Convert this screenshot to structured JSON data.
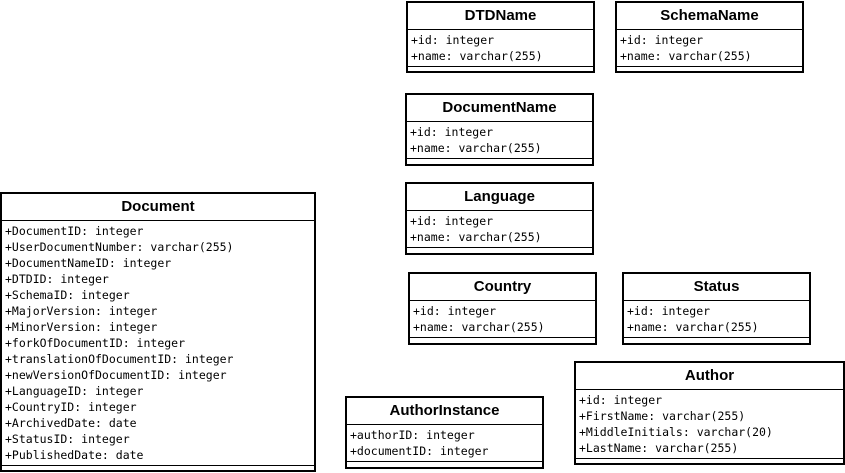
{
  "classes": [
    {
      "name": "DTDName",
      "attributes": [
        "+id: integer",
        "+name: varchar(255)"
      ]
    },
    {
      "name": "SchemaName",
      "attributes": [
        "+id: integer",
        "+name: varchar(255)"
      ]
    },
    {
      "name": "DocumentName",
      "attributes": [
        "+id: integer",
        "+name: varchar(255)"
      ]
    },
    {
      "name": "Language",
      "attributes": [
        "+id: integer",
        "+name: varchar(255)"
      ]
    },
    {
      "name": "Document",
      "attributes": [
        "+DocumentID: integer",
        "+UserDocumentNumber: varchar(255)",
        "+DocumentNameID: integer",
        "+DTDID: integer",
        "+SchemaID: integer",
        "+MajorVersion: integer",
        "+MinorVersion: integer",
        "+forkOfDocumentID: integer",
        "+translationOfDocumentID: integer",
        "+newVersionOfDocumentID: integer",
        "+LanguageID: integer",
        "+CountryID: integer",
        "+ArchivedDate: date",
        "+StatusID: integer",
        "+PublishedDate: date"
      ]
    },
    {
      "name": "Country",
      "attributes": [
        "+id: integer",
        "+name: varchar(255)"
      ]
    },
    {
      "name": "Status",
      "attributes": [
        "+id: integer",
        "+name: varchar(255)"
      ]
    },
    {
      "name": "Author",
      "attributes": [
        "+id: integer",
        "+FirstName: varchar(255)",
        "+MiddleInitials: varchar(20)",
        "+LastName: varchar(255)"
      ]
    },
    {
      "name": "AuthorInstance",
      "attributes": [
        "+authorID: integer",
        "+documentID: integer"
      ]
    }
  ]
}
